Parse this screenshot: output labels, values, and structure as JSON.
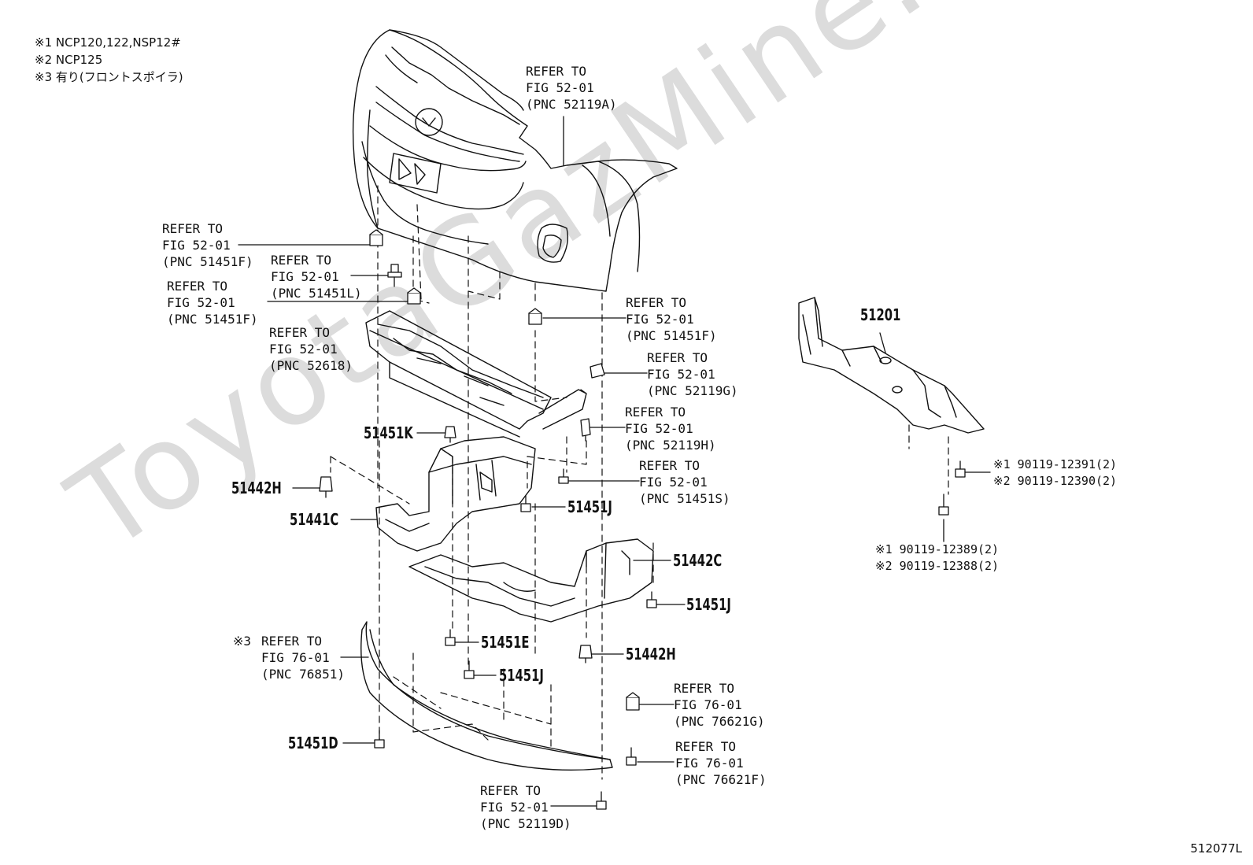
{
  "notes": [
    "※1 NCP120,122,NSP12#",
    "※2 NCP125",
    "※3 有り(フロントスポイラ)"
  ],
  "watermark": "ToyotaGazMine.ru",
  "figure_id": "512077L",
  "refs": {
    "r1": "REFER TO\nFIG 52-01\n(PNC 52119A)",
    "r2": "REFER TO\nFIG 52-01\n(PNC 51451F)",
    "r3": "REFER TO\nFIG 52-01\n(PNC 51451L)",
    "r4": "REFER TO\nFIG 52-01\n(PNC 51451F)",
    "r5": "REFER TO\nFIG 52-01\n(PNC 52618)",
    "r6": "REFER TO\nFIG 52-01\n(PNC 51451F)",
    "r7": "REFER TO\nFIG 52-01\n(PNC 52119G)",
    "r8": "REFER TO\nFIG 52-01\n(PNC 52119H)",
    "r9": "REFER TO\nFIG 52-01\n(PNC 51451S)",
    "r10": "REFER TO\nFIG 76-01\n(PNC 76851)",
    "r10_mark": "※3",
    "r11": "REFER TO\nFIG 76-01\n(PNC 76621G)",
    "r12": "REFER TO\nFIG 76-01\n(PNC 76621F)",
    "r13": "REFER TO\nFIG 52-01\n(PNC 52119D)"
  },
  "parts": {
    "p51201": "51201",
    "p51451K": "51451K",
    "p51442H_a": "51442H",
    "p51441C": "51441C",
    "p51451J_a": "51451J",
    "p51442C": "51442C",
    "p51451J_b": "51451J",
    "p51451E": "51451E",
    "p51451J_c": "51451J",
    "p51442H_b": "51442H",
    "p51451D": "51451D"
  },
  "bolts": {
    "b1": "※1 90119-12391(2)\n※2 90119-12390(2)",
    "b2": "※1 90119-12389(2)\n※2 90119-12388(2)"
  }
}
